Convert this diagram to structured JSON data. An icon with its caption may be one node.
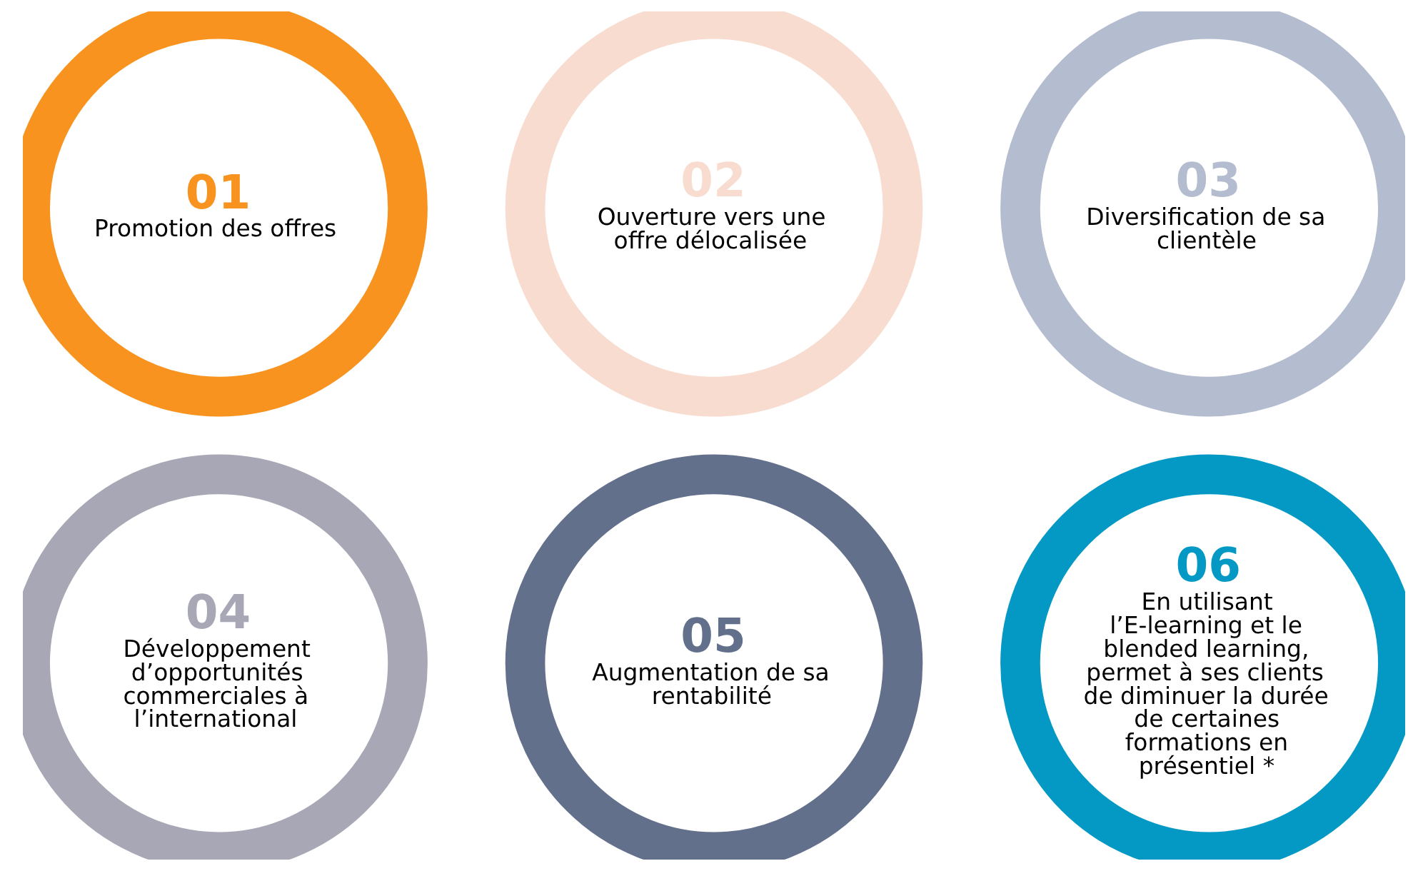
{
  "diagram": {
    "nodes": [
      {
        "text": [
          "01",
          "Promotion des offres"
        ]
      },
      {
        "text": [
          "02",
          "Ouverture vers une offre délocalisée"
        ]
      },
      {
        "text": [
          "03",
          "Diversification de sa clientèle"
        ]
      },
      {
        "text": [
          "04",
          "Développement d’opportunités commerciales à l’international"
        ]
      },
      {
        "text": [
          "05",
          "Augmentation de sa rentabilité"
        ]
      },
      {
        "text": [
          "06",
          "En utilisant l’E-learning et le blended learning, permet à ses clients de diminuer la durée de certaines formations en présentiel *"
        ]
      }
    ]
  }
}
